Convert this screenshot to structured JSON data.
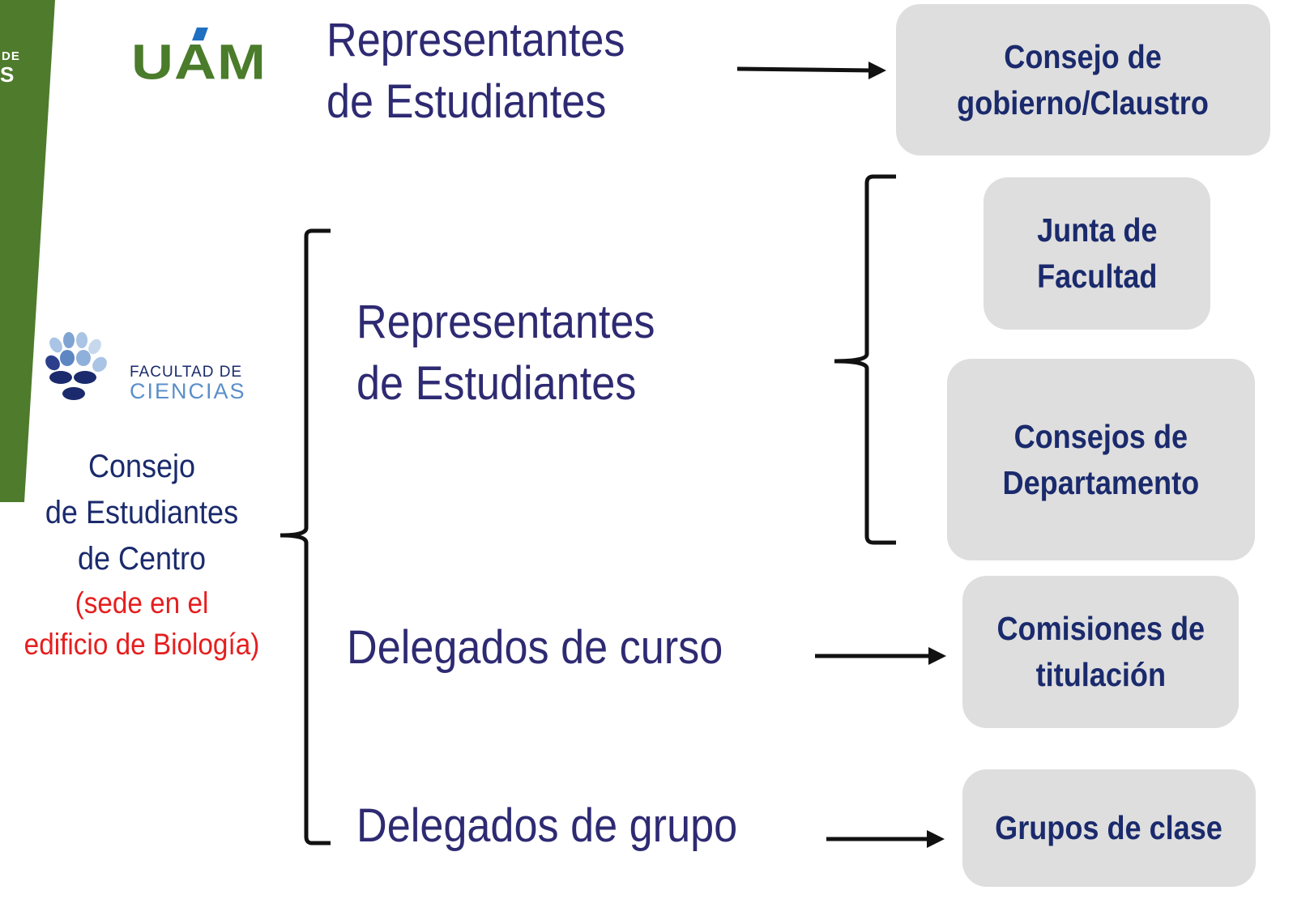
{
  "colors": {
    "strip_green": "#4e7b2c",
    "uam_green": "#4a7c2b",
    "uam_accent_blue": "#1f6fc2",
    "navy_text": "#2e2a72",
    "box_text": "#1a2a6c",
    "box_bg": "#dedede",
    "red_note": "#e61e1e"
  },
  "left_strip": {
    "partial_line1": "DE",
    "partial_line2": "S"
  },
  "uam_logo": {
    "text": "UAM",
    "icon": "uam-logo-icon"
  },
  "faculty_logo": {
    "icon": "faculty-dots-logo-icon",
    "line1": "FACULTAD DE",
    "line2": "CIENCIAS"
  },
  "consejo": {
    "line1": "Consejo",
    "line2": "de Estudiantes",
    "line3": "de Centro",
    "note1": "(sede en el",
    "note2": "edificio de Biología)"
  },
  "roles": {
    "top_rep_line1": "Representantes",
    "top_rep_line2": "de Estudiantes",
    "mid_rep_line1": "Representantes",
    "mid_rep_line2": "de Estudiantes",
    "delegados_curso": "Delegados de curso",
    "delegados_grupo": "Delegados de grupo"
  },
  "bodies": {
    "consejo_gobierno_l1": "Consejo de",
    "consejo_gobierno_l2": "gobierno/Claustro",
    "junta_l1": "Junta de",
    "junta_l2": "Facultad",
    "departamento_l1": "Consejos de",
    "departamento_l2": "Departamento",
    "comisiones_l1": "Comisiones de",
    "comisiones_l2": "titulación",
    "grupos": "Grupos de clase"
  }
}
